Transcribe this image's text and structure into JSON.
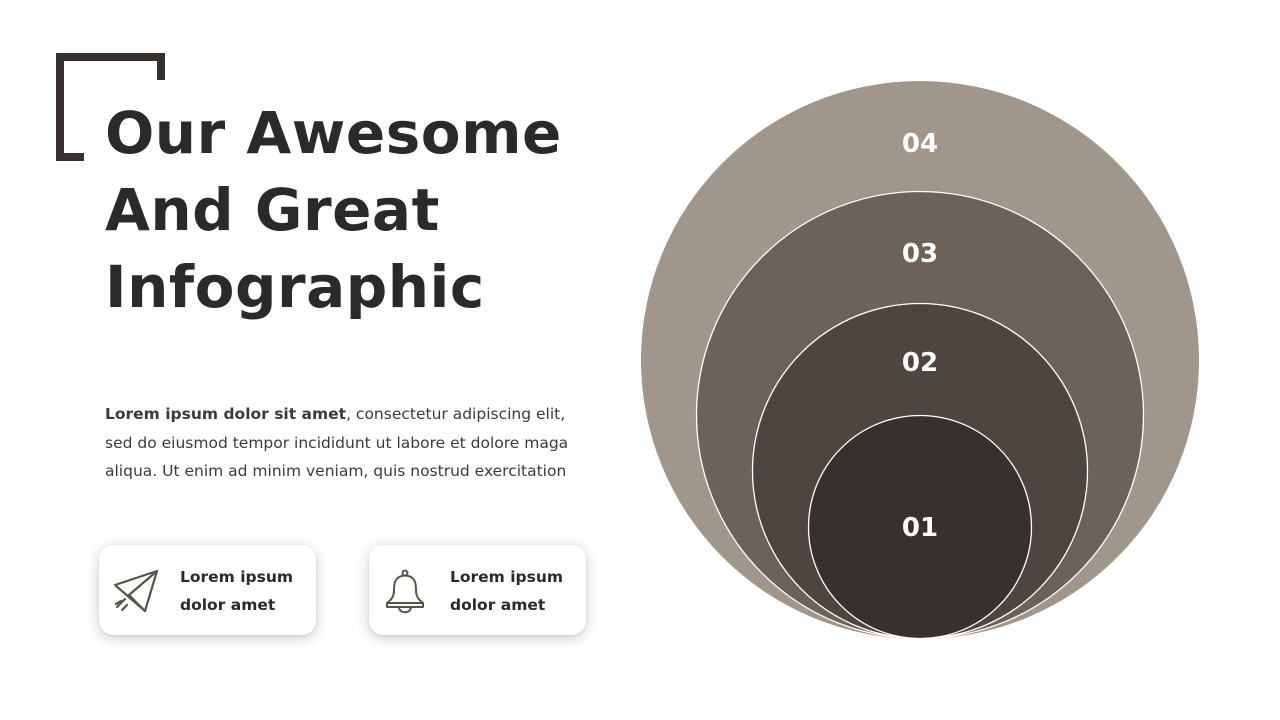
{
  "title_lines": [
    "Our Awesome",
    "And Great",
    "Infographic"
  ],
  "description": {
    "bold": "Lorem ipsum dolor sit amet",
    "rest": ", consectetur adipiscing elit, sed do eiusmod tempor incididunt ut labore et dolore maga aliqua. Ut enim ad minim veniam, quis nostrud exercitation"
  },
  "cards": [
    {
      "icon": "paper-plane-icon",
      "lines": [
        "Lorem ipsum",
        "dolor amet"
      ]
    },
    {
      "icon": "bell-icon",
      "lines": [
        "Lorem ipsum",
        "dolor amet"
      ]
    }
  ],
  "circles": [
    {
      "label": "04",
      "color": "#a0968c"
    },
    {
      "label": "03",
      "color": "#6c6259"
    },
    {
      "label": "02",
      "color": "#4c4540"
    },
    {
      "label": "01",
      "color": "#36312e"
    }
  ],
  "colors": {
    "text": "#2b2a29",
    "body_text": "#3d3b39",
    "accent": "#36312e",
    "label_text": "#ffffff",
    "ring_stroke": "#ffffff"
  }
}
